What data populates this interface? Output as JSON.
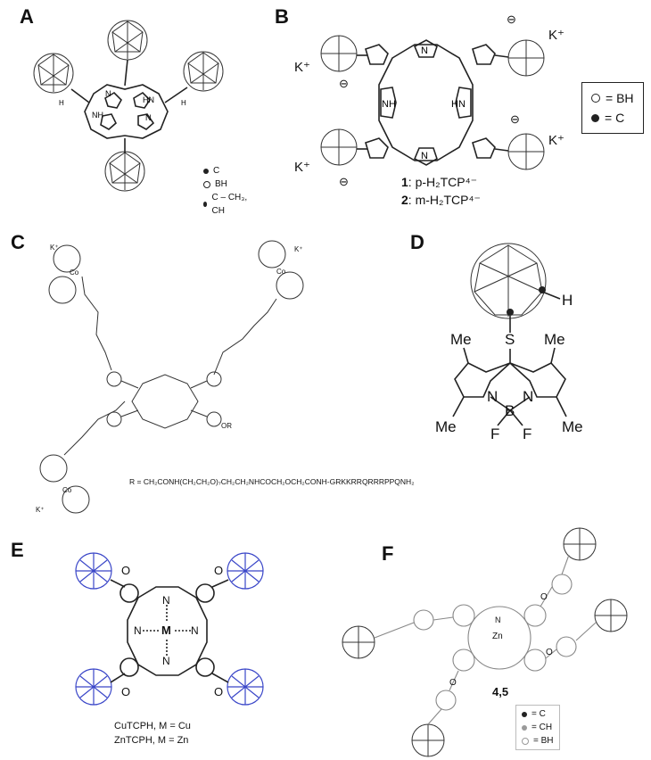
{
  "panels": {
    "A": {
      "label": "A",
      "legend": [
        "C",
        "BH",
        "C – CH₃, CH"
      ]
    },
    "B": {
      "label": "B",
      "counterion": "K⁺",
      "charge": "⊖",
      "legend": [
        "= BH",
        "= C"
      ],
      "compound1_num": "1",
      "compound1_name": ": p-H₂TCP⁴⁻",
      "compound2_num": "2",
      "compound2_name": ": m-H₂TCP⁴⁻"
    },
    "C": {
      "label": "C",
      "counterion": "K⁺",
      "metal": "Co",
      "or_group": "OR",
      "r_definition": "R = CH₂CONH(CH₂CH₂O)₇CH₂CH₂NHCOCH₂OCH₂CONH-GRKKRRQRRRPPQNH₂"
    },
    "D": {
      "label": "D",
      "sub_me": "Me",
      "atom_s": "S",
      "atom_h": "H",
      "atom_n": "N",
      "atom_b": "B",
      "atom_f": "F"
    },
    "E": {
      "label": "E",
      "atom_n": "N",
      "atom_m": "M",
      "atom_o": "O",
      "caption1": "CuTCPH, M = Cu",
      "caption2": "ZnTCPH, M = Zn"
    },
    "F": {
      "label": "F",
      "atom_zn": "Zn",
      "atom_n": "N",
      "atom_o": "O",
      "compound": "4,5",
      "legend": [
        "= C",
        "= CH",
        "= BH"
      ]
    }
  },
  "colors": {
    "ink": "#222222",
    "carborane_blue": "#3a46c8",
    "light_grey": "#9a9a9a"
  }
}
